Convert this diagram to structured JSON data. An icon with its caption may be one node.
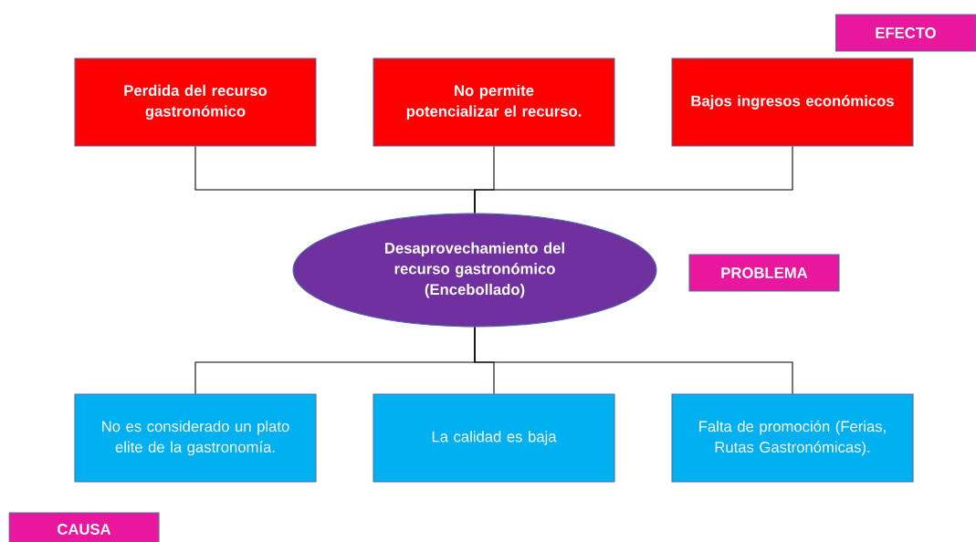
{
  "diagram": {
    "nodes": [
      {
        "text": [
          "EFECTO"
        ]
      },
      {
        "text": [
          "Perdida del recurso gastronómico"
        ]
      },
      {
        "text": [
          "No permite potencializar el recurso."
        ]
      },
      {
        "text": [
          "Bajos ingresos económicos"
        ]
      },
      {
        "text": [
          "Desaprovechamiento del recurso gastronómico (Encebollado)"
        ]
      },
      {
        "text": [
          "PROBLEMA"
        ]
      },
      {
        "text": [
          "No es considerado un plato elite de la gastronomía."
        ]
      },
      {
        "text": [
          "La calidad es baja"
        ]
      },
      {
        "text": [
          "Falta de promoción (Ferias, Rutas Gastronómicas)."
        ]
      },
      {
        "text": [
          "CAUSA"
        ]
      }
    ],
    "edges": [
      {
        "from": 1,
        "to": 4,
        "arrow": "none"
      },
      {
        "from": 2,
        "to": 4,
        "arrow": "none"
      },
      {
        "from": 3,
        "to": 4,
        "arrow": "none"
      },
      {
        "from": 4,
        "to": 6,
        "arrow": "none"
      },
      {
        "from": 4,
        "to": 7,
        "arrow": "none"
      },
      {
        "from": 4,
        "to": 8,
        "arrow": "none"
      }
    ]
  }
}
